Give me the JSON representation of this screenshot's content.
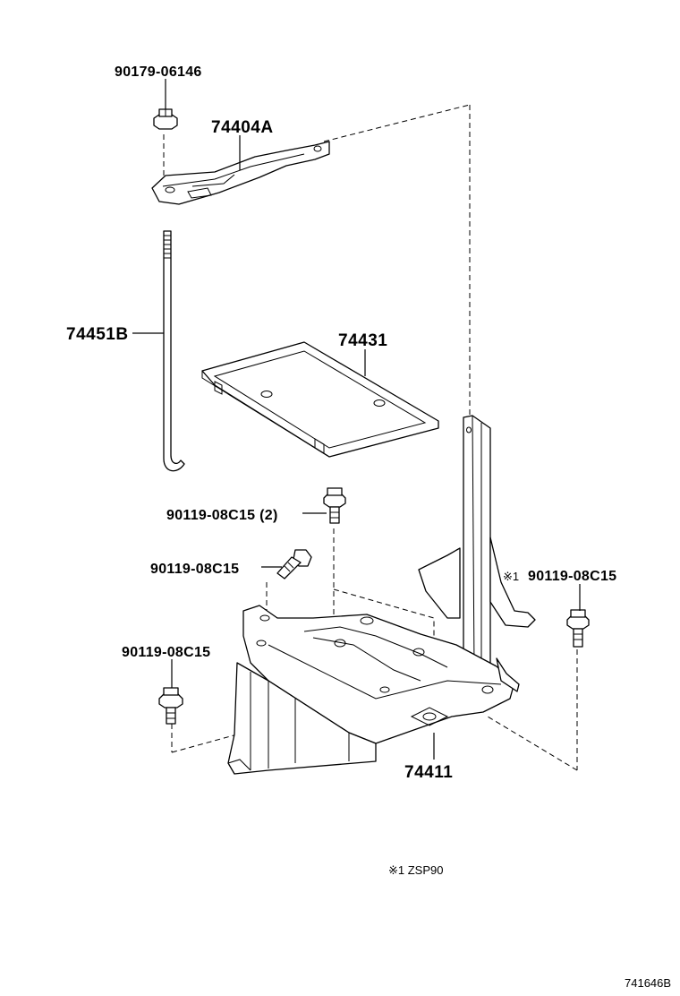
{
  "diagram": {
    "labels": {
      "nut_top": "90179-06146",
      "clamp": "74404A",
      "rod": "74451B",
      "tray": "74431",
      "bolt_2": "90119-08C15 (2)",
      "bolt_left_mid": "90119-08C15",
      "bolt_right": "90119-08C15",
      "bolt_right_mark": "※1",
      "bolt_left_low": "90119-08C15",
      "carrier": "74411"
    },
    "footnote": "※1 ZSP90",
    "diagram_code": "741646B"
  }
}
